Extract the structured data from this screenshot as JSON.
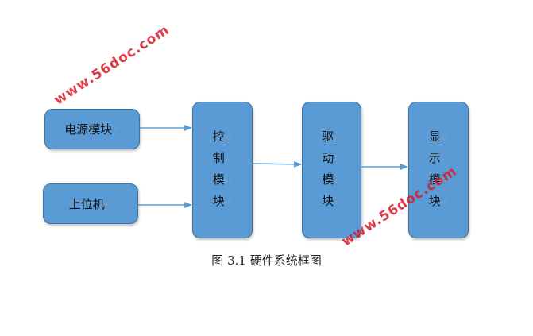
{
  "diagram": {
    "power_label": "电源模块",
    "host_label": "上位机",
    "control_chars": [
      "控",
      "制",
      "模",
      "块"
    ],
    "driver_chars": [
      "驱",
      "动",
      "模",
      "块"
    ],
    "display_chars": [
      "显",
      "示",
      "模",
      "块"
    ],
    "caption": "图 3.1  硬件系统框图",
    "return_mark": "↵"
  },
  "watermark": {
    "text": "www.56doc.com"
  },
  "colors": {
    "box_fill": "#5b9bd5",
    "box_border": "#41719c",
    "arrow": "#5b9bd5",
    "watermark": "#d81b2a"
  }
}
